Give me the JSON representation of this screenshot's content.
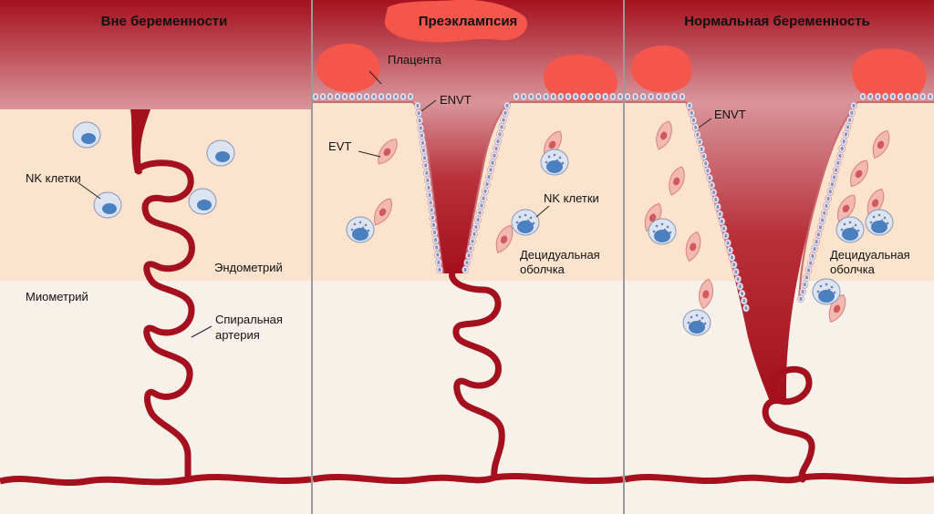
{
  "panels": [
    {
      "title": "Вне беременности",
      "labels": {
        "nk_cells": "NK клетки",
        "endometrium": "Эндометрий",
        "myometrium": "Миометрий",
        "spiral_artery_line1": "Спиральная",
        "spiral_artery_line2": "артерия"
      }
    },
    {
      "title": "Преэклампсия",
      "labels": {
        "placenta": "Плацента",
        "envt": "ENVT",
        "evt": "EVT",
        "nk_cells": "NK клетки",
        "decidua_line1": "Децидуальная",
        "decidua_line2": "оболчка"
      }
    },
    {
      "title": "Нормальная беременность",
      "labels": {
        "envt": "ENVT",
        "decidua_line1": "Децидуальная",
        "decidua_line2": "оболчка"
      }
    }
  ],
  "colors": {
    "blood_dark": "#a5101e",
    "blood_light": "#d9959a",
    "endometrium": "#fbe3cd",
    "myometrium": "#f8f1ea",
    "placenta": "#f4564b",
    "nk_cell": "#dce3f1",
    "nk_nucleus": "#4a7fc0",
    "evt_cell": "#f3b8b2",
    "evt_nucleus": "#cf5a5c",
    "divider": "#9a9a9a"
  },
  "icons": [
    "nk-cell-icon",
    "evt-cell-icon",
    "placenta-blob-icon",
    "spiral-artery-icon"
  ]
}
